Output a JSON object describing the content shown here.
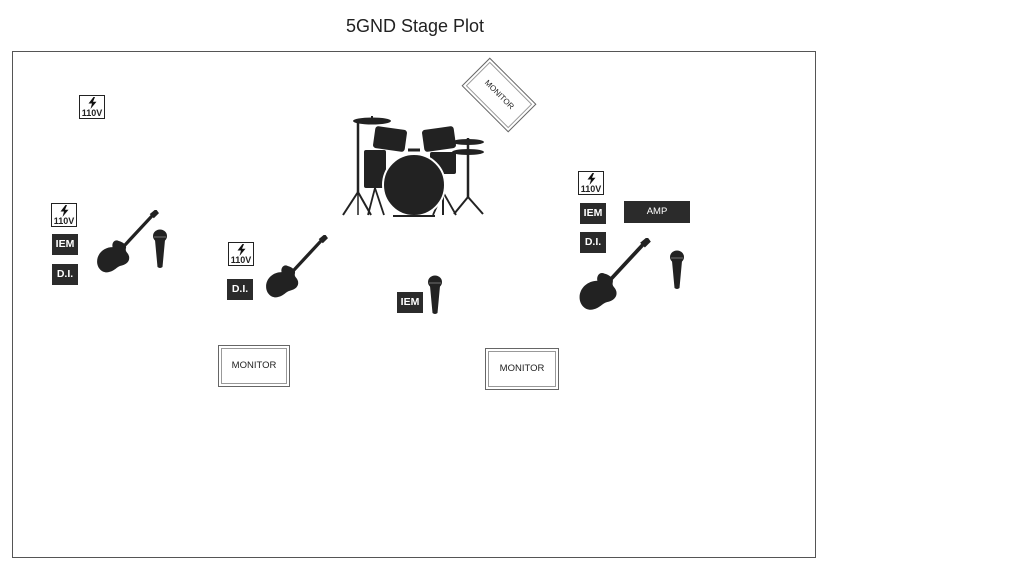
{
  "title": "5GND Stage Plot",
  "labels": {
    "power": "110V",
    "iem": "IEM",
    "di": "D.I.",
    "monitor": "MONITOR",
    "amp": "AMP"
  },
  "colors": {
    "block": "#2b2b2b",
    "border": "#555555",
    "background": "#ffffff"
  },
  "icons": [
    "power-icon",
    "guitar-icon",
    "microphone-icon",
    "drum-kit-icon"
  ]
}
